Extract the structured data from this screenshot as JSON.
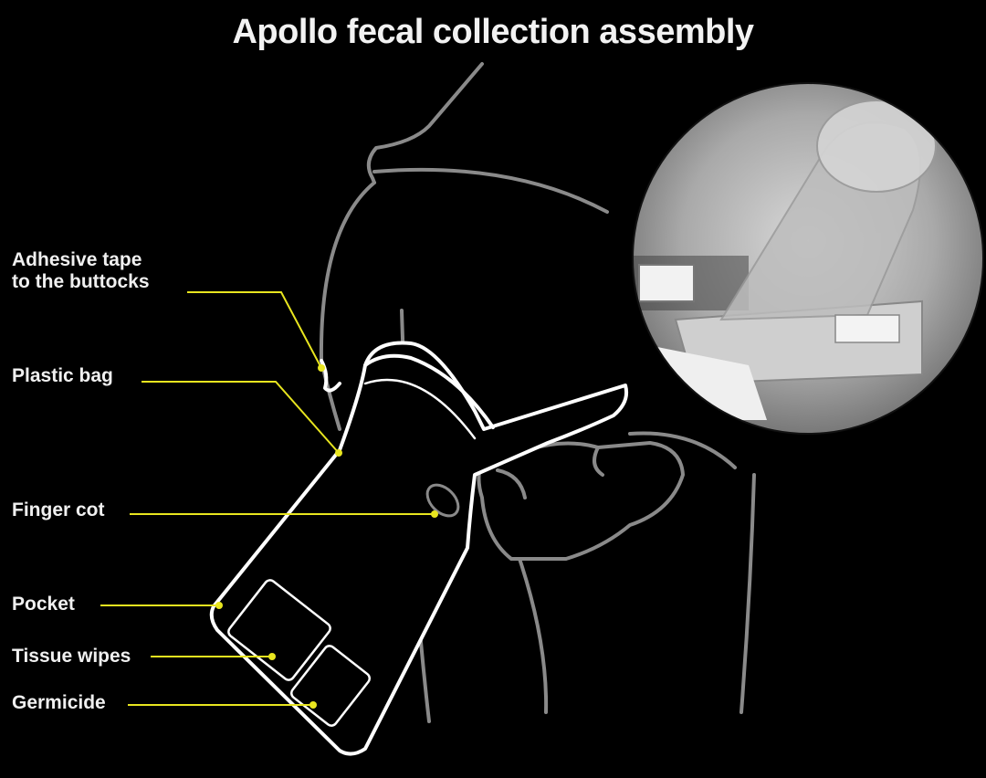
{
  "title": "Apollo fecal collection assembly",
  "colors": {
    "background": "#000000",
    "outline": "#ffffff",
    "body_line": "#8a8a8a",
    "callout": "#e8e51f"
  },
  "labels": {
    "adhesive_line1": "Adhesive tape",
    "adhesive_line2": "to the buttocks",
    "plastic_bag": "Plastic bag",
    "finger_cot": "Finger cot",
    "pocket": "Pocket",
    "tissue_wipes": "Tissue wipes",
    "germicide": "Germicide"
  }
}
